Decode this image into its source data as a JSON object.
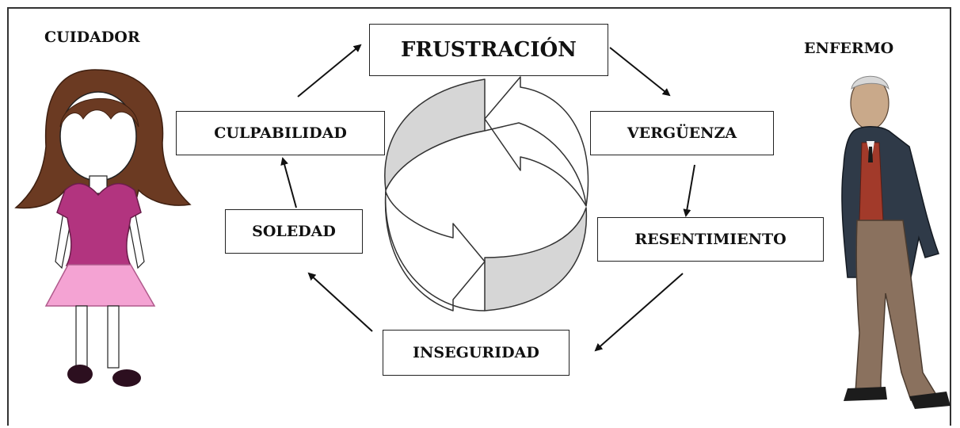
{
  "labels": {
    "caregiver": "CUIDADOR",
    "patient": "ENFERMO"
  },
  "cycle": {
    "frustration": "FRUSTRACIÓN",
    "shame": "VERGÜENZA",
    "resentment": "RESENTIMIENTO",
    "insecurity": "INSEGURIDAD",
    "loneliness": "SOLEDAD",
    "guilt": "CULPABILIDAD"
  },
  "colors": {
    "caregiver_hair": "#6b3a22",
    "caregiver_shirt": "#b2347f",
    "caregiver_skirt": "#f4a3d3",
    "patient_jacket": "#2f3a48",
    "patient_vest": "#a23a2a",
    "patient_trousers": "#8a715e",
    "cycle_arrow_fill": "#d6d6d6"
  }
}
